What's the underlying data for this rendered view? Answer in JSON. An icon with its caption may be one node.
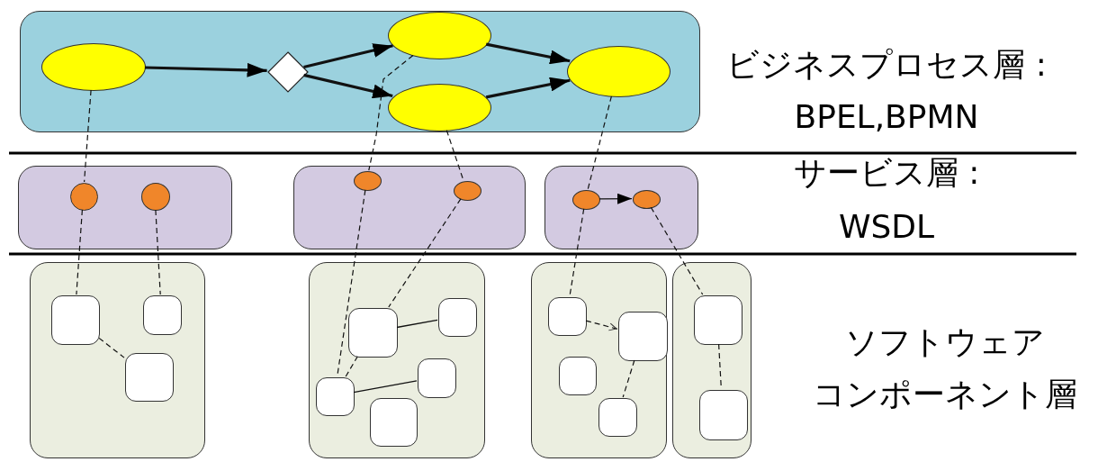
{
  "diagram": {
    "nodes": [
      {
        "text": [],
        "shape": "box"
      },
      {
        "text": [],
        "shape": "ellipse",
        "in": 0
      },
      {
        "text": [],
        "shape": "diamond",
        "in": 0
      },
      {
        "text": [],
        "shape": "ellipse",
        "in": 0
      },
      {
        "text": [],
        "shape": "ellipse",
        "in": 0
      },
      {
        "text": [],
        "shape": "ellipse",
        "in": 0
      },
      {
        "text": [],
        "shape": "box"
      },
      {
        "text": [],
        "shape": "circle",
        "in": 6
      },
      {
        "text": [],
        "shape": "circle",
        "in": 6
      },
      {
        "text": [],
        "shape": "box"
      },
      {
        "text": [],
        "shape": "ellipse",
        "in": 9
      },
      {
        "text": [],
        "shape": "ellipse",
        "in": 9
      },
      {
        "text": [],
        "shape": "box"
      },
      {
        "text": [],
        "shape": "ellipse",
        "in": 12
      },
      {
        "text": [],
        "shape": "ellipse",
        "in": 12
      },
      {
        "text": [],
        "shape": "box"
      },
      {
        "text": [],
        "shape": "box",
        "in": 15
      },
      {
        "text": [],
        "shape": "box",
        "in": 15
      },
      {
        "text": [],
        "shape": "box",
        "in": 15
      },
      {
        "text": [],
        "shape": "box"
      },
      {
        "text": [],
        "shape": "box",
        "in": 19
      },
      {
        "text": [],
        "shape": "box",
        "in": 19
      },
      {
        "text": [],
        "shape": "box",
        "in": 19
      },
      {
        "text": [],
        "shape": "box",
        "in": 19
      },
      {
        "text": [],
        "shape": "box",
        "in": 19
      },
      {
        "text": [],
        "shape": "box"
      },
      {
        "text": [],
        "shape": "box",
        "in": 25
      },
      {
        "text": [],
        "shape": "box",
        "in": 25
      },
      {
        "text": [],
        "shape": "box",
        "in": 25
      },
      {
        "text": [],
        "shape": "box",
        "in": 25
      },
      {
        "text": [],
        "shape": "box"
      },
      {
        "text": [],
        "shape": "box",
        "in": 30
      },
      {
        "text": [],
        "shape": "box",
        "in": 30
      }
    ],
    "edges": [
      {
        "from": 1,
        "to": 2,
        "arrow": "to",
        "style": "thick"
      },
      {
        "from": 2,
        "to": 3,
        "arrow": "to",
        "style": "thick"
      },
      {
        "from": 2,
        "to": 4,
        "arrow": "to",
        "style": "thick"
      },
      {
        "from": 3,
        "to": 5,
        "arrow": "to",
        "style": "thick"
      },
      {
        "from": 4,
        "to": 5,
        "arrow": "to",
        "style": "thick"
      },
      {
        "from": 1,
        "to": 7,
        "arrow": "none",
        "style": "dashed"
      },
      {
        "from": 3,
        "to": 10,
        "arrow": "none",
        "style": "dashed"
      },
      {
        "from": 4,
        "to": 11,
        "arrow": "none",
        "style": "dashed"
      },
      {
        "from": 5,
        "to": 13,
        "arrow": "none",
        "style": "dashed"
      },
      {
        "from": 13,
        "to": 14,
        "arrow": "to"
      },
      {
        "from": 7,
        "to": 16,
        "arrow": "none",
        "style": "dashed"
      },
      {
        "from": 8,
        "to": 17,
        "arrow": "none",
        "style": "dashed"
      },
      {
        "from": 10,
        "to": 22,
        "arrow": "none",
        "style": "dashed"
      },
      {
        "from": 11,
        "to": 20,
        "arrow": "none",
        "style": "dashed"
      },
      {
        "from": 13,
        "to": 26,
        "arrow": "none",
        "style": "dashed"
      },
      {
        "from": 14,
        "to": 31,
        "arrow": "none",
        "style": "dashed"
      },
      {
        "from": 16,
        "to": 18,
        "arrow": "none",
        "style": "dashed"
      },
      {
        "from": 20,
        "to": 21,
        "arrow": "none"
      },
      {
        "from": 22,
        "to": 20,
        "arrow": "none",
        "style": "dashed"
      },
      {
        "from": 22,
        "to": 23,
        "arrow": "none"
      },
      {
        "from": 26,
        "to": 27,
        "arrow": "to",
        "style": "dashed"
      },
      {
        "from": 27,
        "to": 29,
        "arrow": "none",
        "style": "dashed"
      },
      {
        "from": 31,
        "to": 32,
        "arrow": "none",
        "style": "dashed"
      }
    ],
    "labels": [
      "ビジネスプロセス層 :",
      "BPEL,BPMN",
      "サービス層 :",
      "WSDL",
      "ソフトウェア",
      "コンポーネント層"
    ]
  }
}
